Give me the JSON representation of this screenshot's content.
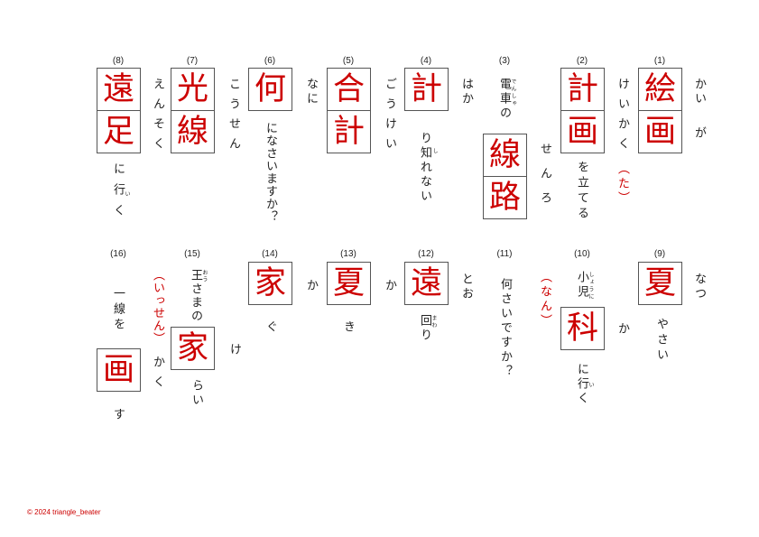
{
  "q1": {
    "num": "(1)",
    "kanji": [
      "絵",
      "画"
    ],
    "read": [
      "かい",
      "が"
    ]
  },
  "q2": {
    "num": "(2)",
    "kanji": [
      "計",
      "画"
    ],
    "read": "けいかく",
    "okuri": "（た）",
    "after": "を立てる"
  },
  "q3": {
    "num": "(3)",
    "before": "電車",
    "before_ruby": "でんしゃ",
    "before2": "の",
    "kanji": [
      "線",
      "路"
    ],
    "read": "せんろ"
  },
  "q4": {
    "num": "(4)",
    "kanji": [
      "計"
    ],
    "read": "はか",
    "after": "り知れない",
    "after_ruby": "し"
  },
  "q5": {
    "num": "(5)",
    "kanji": [
      "合",
      "計"
    ],
    "read": "ごうけい"
  },
  "q6": {
    "num": "(6)",
    "kanji": [
      "何"
    ],
    "read": "なに",
    "after": "になさいますか？"
  },
  "q7": {
    "num": "(7)",
    "kanji": [
      "光",
      "線"
    ],
    "read": "こうせん"
  },
  "q8": {
    "num": "(8)",
    "kanji": [
      "遠",
      "足"
    ],
    "read": "えんそく",
    "after1": "に",
    "after_k": "行",
    "after_ruby": "い",
    "after2": "く"
  },
  "q9": {
    "num": "(9)",
    "kanji": [
      "夏"
    ],
    "read": "なつ",
    "after": "やさい"
  },
  "q10": {
    "num": "(10)",
    "before": "小児",
    "before_ruby": "しょうに",
    "kanji": [
      "科"
    ],
    "read": "か",
    "okuri": "（なん）",
    "after1": "に",
    "after_k": "行",
    "after_ruby": "い",
    "after2": "く"
  },
  "q11": {
    "num": "(11)",
    "text": "何さいですか？"
  },
  "q12": {
    "num": "(12)",
    "kanji": [
      "遠"
    ],
    "read": "とお",
    "after_k": "回",
    "after_ruby": "まわ",
    "after2": "り"
  },
  "q13": {
    "num": "(13)",
    "kanji": [
      "夏"
    ],
    "read": "か",
    "after": "き"
  },
  "q14": {
    "num": "(14)",
    "kanji": [
      "家"
    ],
    "read": "か",
    "after": "ぐ"
  },
  "q15": {
    "num": "(15)",
    "before_k": "王",
    "before_ruby": "おう",
    "before2": "さまの",
    "kanji": [
      "家"
    ],
    "read": "け",
    "after": "らい"
  },
  "q16": {
    "num": "(16)",
    "before": "一線を",
    "kanji": [
      "画"
    ],
    "okuri": "（いっせん）",
    "read": "かく",
    "after": "す"
  },
  "copyright": "© 2024 triangle_beater",
  "colors": {
    "answer": "#cc0000",
    "text": "#222222"
  }
}
